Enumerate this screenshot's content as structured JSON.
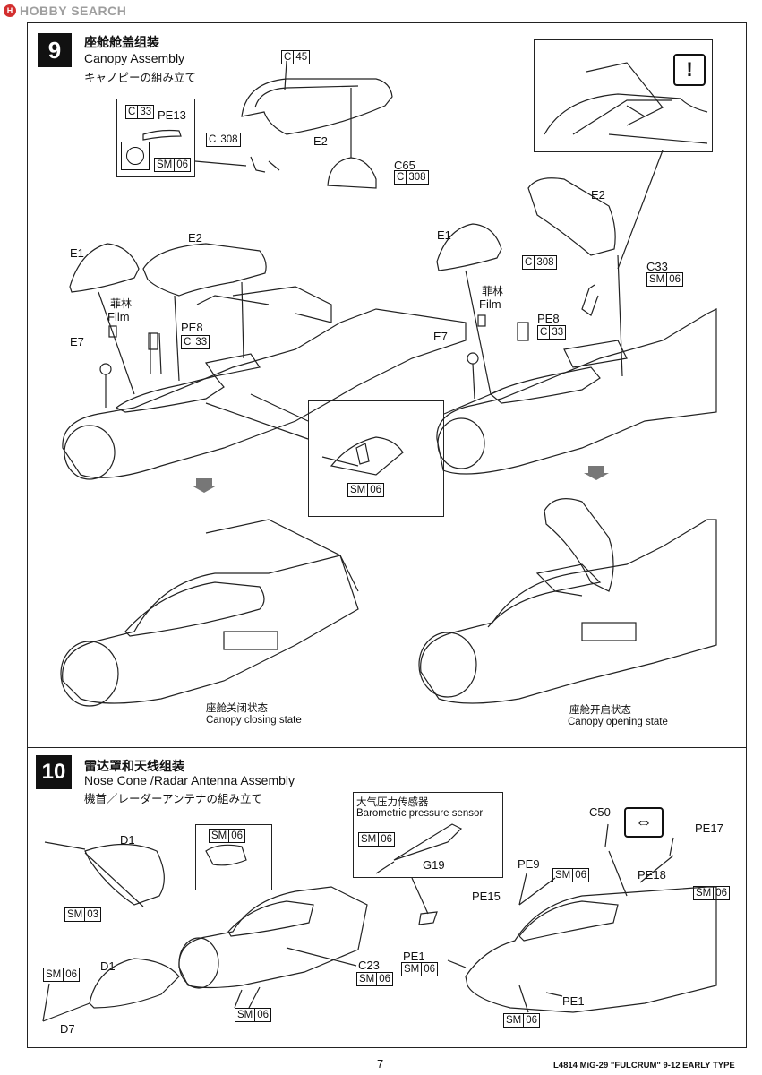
{
  "header": {
    "brand": "HOBBY SEARCH"
  },
  "step9": {
    "number": "9",
    "title_cn": "座舱舱盖组装",
    "title_en": "Canopy Assembly",
    "title_jp": "キャノピーの組み立て",
    "closed_cn": "座舱关闭状态",
    "closed_en": "Canopy closing state",
    "open_cn": "座舱开启状态",
    "open_en": "Canopy opening state",
    "film_cn": "菲林",
    "film_en": "Film",
    "warning_mark": "!"
  },
  "step10": {
    "number": "10",
    "title_cn": "雷达罩和天线组装",
    "title_en": "Nose Cone /Radar Antenna Assembly",
    "title_jp": "機首／レーダーアンテナの組み立て",
    "sensor_cn": "大气压力传感器",
    "sensor_en": "Barometric pressure sensor"
  },
  "parts": {
    "c45": "45",
    "c33": "33",
    "c308": "308",
    "sm06": "06",
    "sm03": "03",
    "e1": "E1",
    "e2": "E2",
    "e7": "E7",
    "pe8": "PE8",
    "pe13": "PE13",
    "c65": "C65",
    "c33b": "C33",
    "d1": "D1",
    "d7": "D7",
    "g19": "G19",
    "c23": "C23",
    "c50": "C50",
    "pe1": "PE1",
    "pe9": "PE9",
    "pe15": "PE15",
    "pe17": "PE17",
    "pe18": "PE18",
    "prefix_c": "C",
    "prefix_sm": "SM"
  },
  "footer": {
    "page_number": "7",
    "product": "L4814 MiG-29 \"FULCRUM\" 9-12 EARLY TYPE"
  }
}
